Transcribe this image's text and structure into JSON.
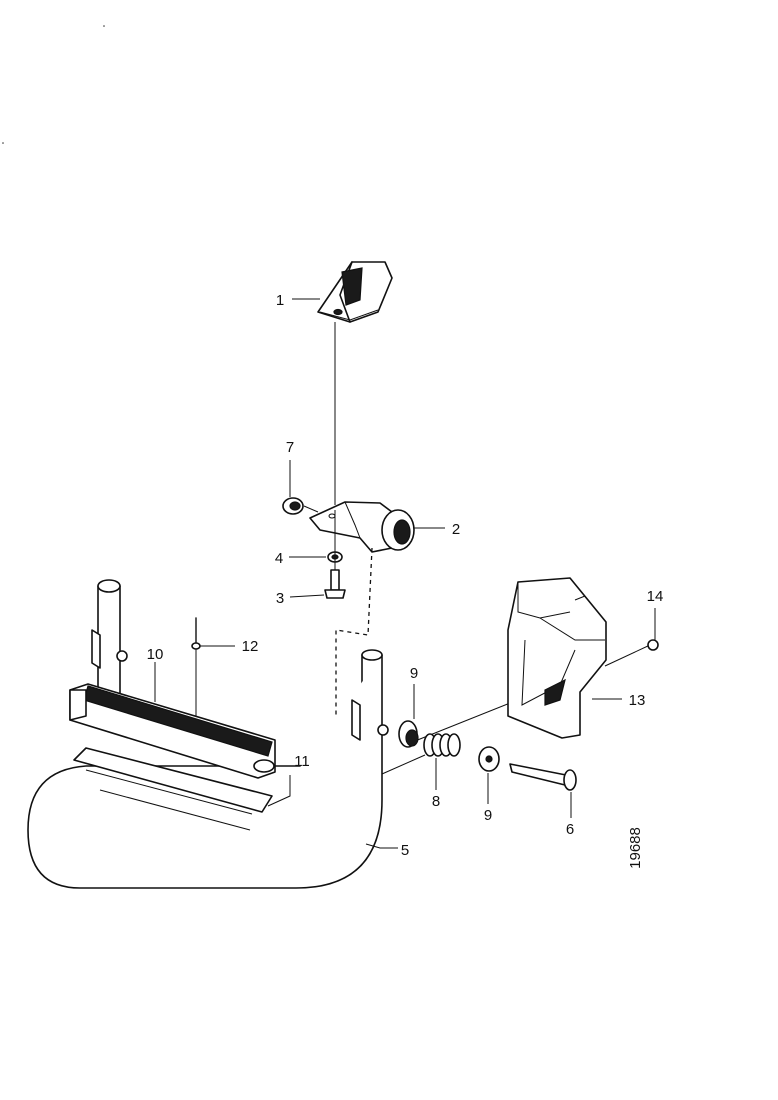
{
  "diagram": {
    "code": "19688",
    "callouts": {
      "p1": "1",
      "p2": "2",
      "p3": "3",
      "p4": "4",
      "p5": "5",
      "p6": "6",
      "p7": "7",
      "p8": "8",
      "p9a": "9",
      "p9b": "9",
      "p10": "10",
      "p11": "11",
      "p12": "12",
      "p13": "13",
      "p14": "14"
    }
  }
}
